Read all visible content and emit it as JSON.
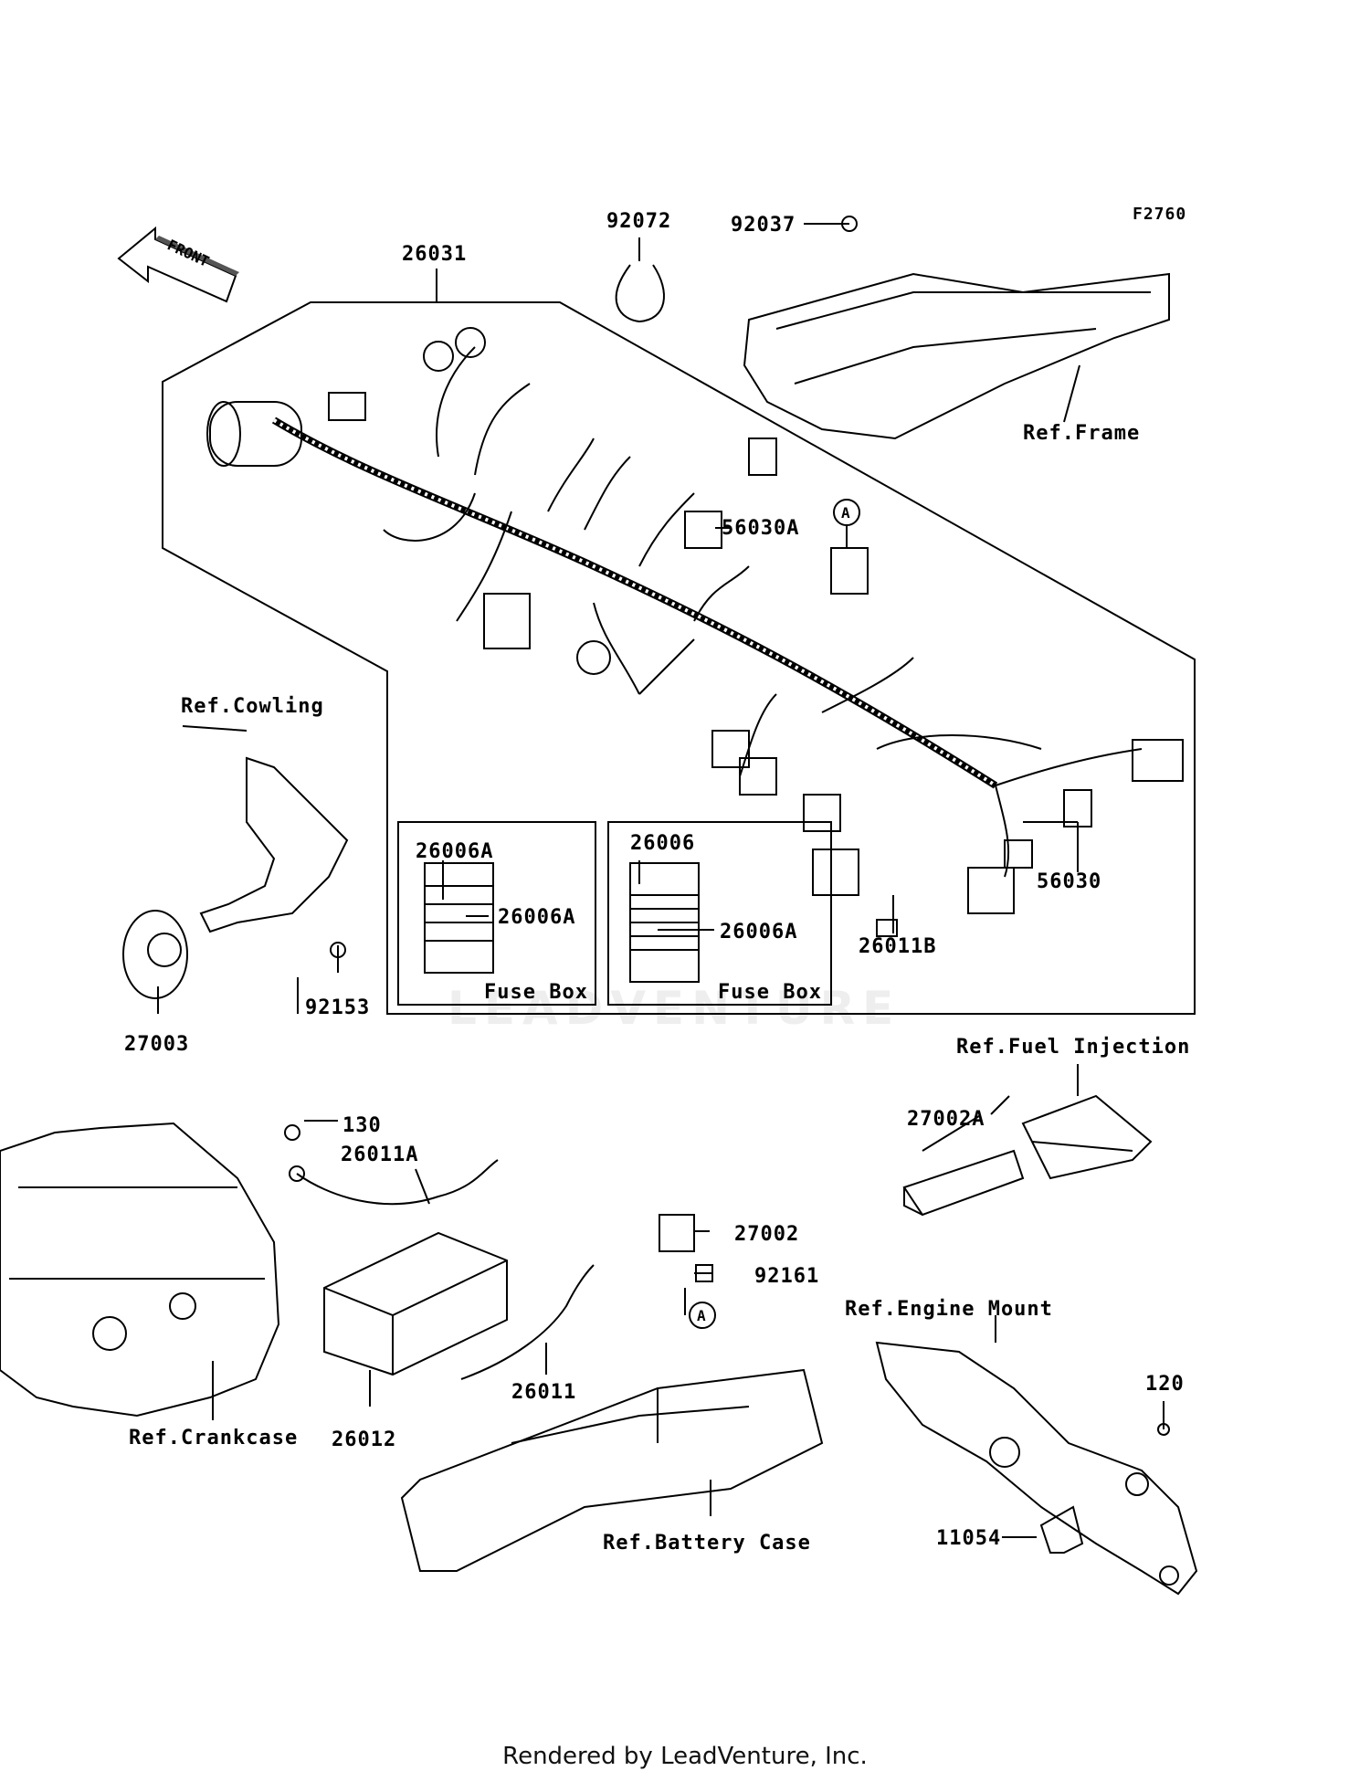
{
  "diagram_code": "F2760",
  "front_label": "FRONT",
  "circle_marker": "A",
  "parts": {
    "p26031": "26031",
    "p92072": "92072",
    "p92037": "92037",
    "p56030A": "56030A",
    "p56030": "56030",
    "p26011B": "26011B",
    "p26006A_top": "26006A",
    "p26006A_left": "26006A",
    "p26006": "26006",
    "p26006A_right": "26006A",
    "p27003": "27003",
    "p92153": "92153",
    "p130": "130",
    "p26011A": "26011A",
    "p27002": "27002",
    "p92161": "92161",
    "p26011": "26011",
    "p26012": "26012",
    "p27002A": "27002A",
    "p120": "120",
    "p11054": "11054"
  },
  "refs": {
    "frame": "Ref.Frame",
    "cowling": "Ref.Cowling",
    "fuel_injection": "Ref.Fuel Injection",
    "engine_mount": "Ref.Engine Mount",
    "crankcase": "Ref.Crankcase",
    "battery_case": "Ref.Battery Case"
  },
  "fuse_box_label_1": "Fuse Box",
  "fuse_box_label_2": "Fuse Box",
  "watermark": "LEADVENTURE",
  "footer": "Rendered by LeadVenture, Inc."
}
